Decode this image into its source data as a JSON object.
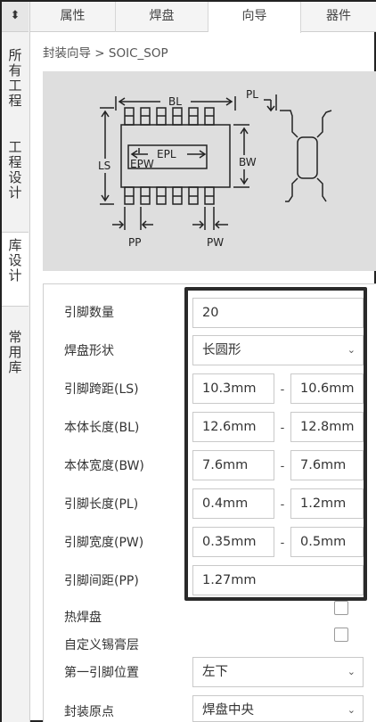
{
  "side_tabs": {
    "pin": "⬍",
    "all_projects": "所\n有\n工\n程",
    "project_design": "工\n程\n设\n计",
    "library_design": "库\n设\n计",
    "common_library": "常\n用\n库"
  },
  "top_tabs": [
    "属性",
    "焊盘",
    "向导",
    "器件"
  ],
  "breadcrumb": "封装向导 > SOIC_SOP",
  "diagram": {
    "labels": [
      "BL",
      "PL",
      "LS",
      "EPL",
      "EPW",
      "BW",
      "PP",
      "PW"
    ],
    "colors": {
      "background": "#dedede",
      "stroke": "#222222"
    }
  },
  "form": {
    "pin_count": {
      "label": "引脚数量",
      "value": "20"
    },
    "pad_shape": {
      "label": "焊盘形状",
      "value": "长圆形"
    },
    "ls": {
      "label": "引脚跨距(LS)",
      "min": "10.3mm",
      "max": "10.6mm"
    },
    "bl": {
      "label": "本体长度(BL)",
      "min": "12.6mm",
      "max": "12.8mm"
    },
    "bw": {
      "label": "本体宽度(BW)",
      "min": "7.6mm",
      "max": "7.6mm"
    },
    "pl": {
      "label": "引脚长度(PL)",
      "min": "0.4mm",
      "max": "1.2mm"
    },
    "pw": {
      "label": "引脚宽度(PW)",
      "min": "0.35mm",
      "max": "0.5mm"
    },
    "pp": {
      "label": "引脚间距(PP)",
      "value": "1.27mm"
    },
    "thermal_pad": {
      "label": "热焊盘",
      "checked": false
    },
    "custom_paste": {
      "label": "自定义锡膏层",
      "checked": false
    },
    "first_pin": {
      "label": "第一引脚位置",
      "value": "左下"
    },
    "origin": {
      "label": "封装原点",
      "value": "焊盘中央"
    },
    "dash": "-"
  }
}
